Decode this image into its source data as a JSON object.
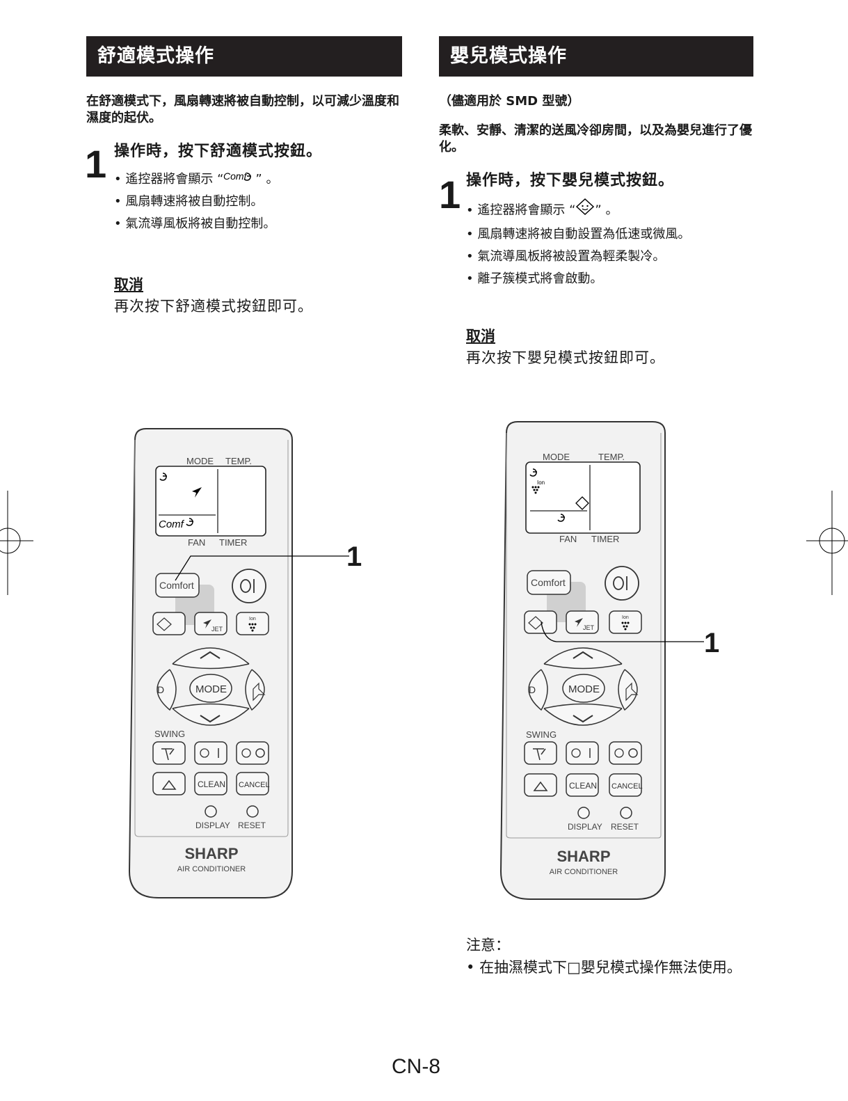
{
  "left": {
    "header": "舒適模式操作",
    "intro": "在舒適模式下，風扇轉速將被自動控制，以可減少溫度和濕度的起伏。",
    "step_num": "1",
    "step_title": "操作時，按下舒適模式按鈕。",
    "bullet1_pre": "遙控器將會顯示 “",
    "bullet1_icon_text": "Comf",
    "bullet1_post": "” 。",
    "bullet2": "風扇轉速將被自動控制。",
    "bullet3": "氣流導風板將被自動控制。",
    "cancel_title": "取消",
    "cancel_text": "再次按下舒適模式按鈕即可。",
    "callout": "1"
  },
  "right": {
    "header": "嬰兒模式操作",
    "note_smd": "（儘適用於 SMD 型號）",
    "intro": "柔軟、安靜、清潔的送風冷卻房間，以及為嬰兒進行了優化。",
    "step_num": "1",
    "step_title": "操作時，按下嬰兒模式按鈕。",
    "bullet1_pre": "遙控器將會顯示 “",
    "bullet1_post": "” 。",
    "bullet2": "風扇轉速將被自動設置為低速或微風。",
    "bullet3": "氣流導風板將被設置為輕柔製冷。",
    "bullet4": "離子簇模式將會啟動。",
    "cancel_title": "取消",
    "cancel_text": "再次按下嬰兒模式按鈕即可。",
    "callout": "1",
    "note_title": "注意：",
    "note_text": "在抽濕模式下□嬰兒模式操作無法使用。"
  },
  "remote": {
    "mode_label": "MODE",
    "temp_label": "TEMP.",
    "fan_label": "FAN",
    "timer_label": "TIMER",
    "comf_display": "Comf",
    "ion_display": "Ion",
    "comfort_button": "Comfort",
    "jet_label": "JET",
    "ion_label": "Ion",
    "mode_button": "MODE",
    "swing_label": "SWING",
    "clean_button": "CLEAN",
    "cancel_button": "CANCEL",
    "display_label": "DISPLAY",
    "reset_label": "RESET",
    "brand": "SHARP",
    "brand_sub": "AIR CONDITIONER"
  },
  "page_number": "CN-8",
  "colors": {
    "header_bg": "#231f20",
    "remote_body": "#f2f2f2",
    "highlight": "#cfcfcf"
  }
}
